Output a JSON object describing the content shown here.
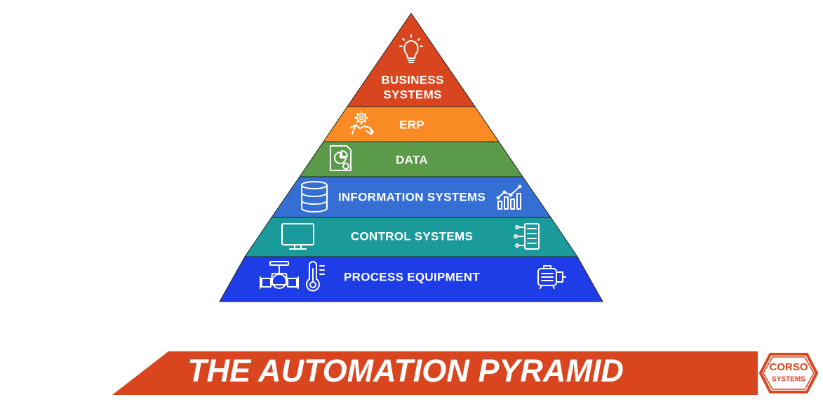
{
  "layers": [
    {
      "line1": "BUSINESS",
      "line2": "SYSTEMS",
      "color": "#d9451f",
      "icon": "lightbulb-icon"
    },
    {
      "label": "ERP",
      "color": "#fa8a24",
      "icon": "handshake-gear-icon"
    },
    {
      "label": "DATA",
      "color": "#5a9a48",
      "icon": "report-chart-icon"
    },
    {
      "label": "INFORMATION SYSTEMS",
      "color": "#366fd3",
      "icons": [
        "database-icon",
        "bar-chart-trend-icon"
      ]
    },
    {
      "label": "CONTROL SYSTEMS",
      "color": "#1b9a9b",
      "icons": [
        "monitor-icon",
        "control-panel-icon"
      ]
    },
    {
      "label": "PROCESS EQUIPMENT",
      "color": "#1e3de6",
      "icons": [
        "valve-icon",
        "thermometer-icon",
        "motor-icon"
      ]
    }
  ],
  "banner": {
    "title": "THE AUTOMATION PYRAMID",
    "color": "#d9451f"
  },
  "logo": {
    "line1": "CORSO",
    "line2": "SYSTEMS"
  }
}
